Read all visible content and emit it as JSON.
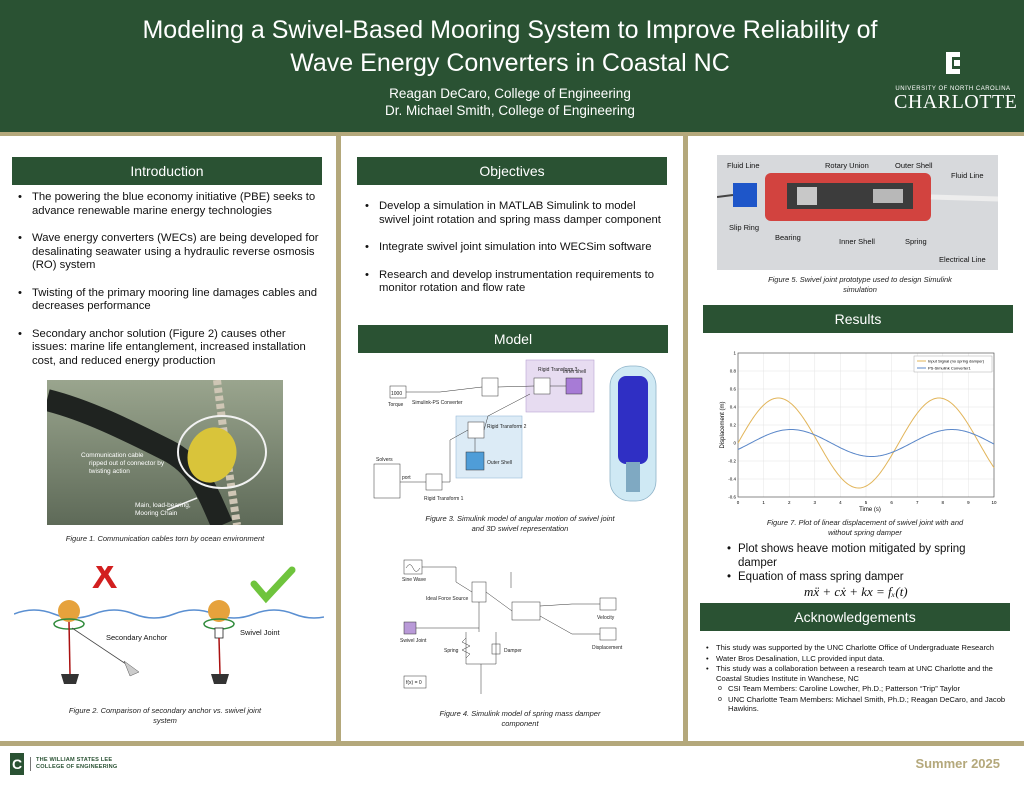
{
  "header": {
    "title_line1": "Modeling a Swivel-Based Mooring System to Improve Reliability of",
    "title_line2": "Wave Energy Converters in Coastal NC",
    "author1": "Reagan DeCaro, College of Engineering",
    "author2": "Dr. Michael Smith, College of Engineering",
    "logo_small": "UNIVERSITY OF NORTH CAROLINA",
    "logo_big": "CHARLOTTE"
  },
  "introduction": {
    "heading": "Introduction",
    "bullets": [
      "The powering the blue economy initiative (PBE) seeks to advance renewable marine energy technologies",
      "Wave energy converters (WECs) are being developed for desalinating seawater using a hydraulic reverse osmosis (RO) system",
      "Twisting of the primary mooring line damages cables and decreases performance",
      "Secondary anchor solution (Figure 2) causes other issues: marine life entanglement, increased installation cost, and reduced energy production"
    ],
    "fig1_label_a": "Communication cable",
    "fig1_label_b": "ripped out of connector by twisting action",
    "fig1_label_c": "Main, load-bearing, Mooring Chain",
    "fig1_caption": "Figure 1. Communication cables torn by ocean environment",
    "fig2_label_left": "Secondary Anchor",
    "fig2_label_right": "Swivel Joint",
    "fig2_caption": "Figure 2. Comparison of secondary anchor vs. swivel joint system"
  },
  "objectives": {
    "heading": "Objectives",
    "bullets": [
      "Develop a simulation in MATLAB Simulink to model swivel joint rotation and spring mass damper component",
      "Integrate swivel joint simulation into WECSim software",
      "Research and develop instrumentation requirements to monitor rotation and flow rate"
    ]
  },
  "model": {
    "heading": "Model",
    "fig3": {
      "const": "1000",
      "torque": "Torque",
      "conv": "Simulink-PS Converter",
      "rt3": "Rigid Transform 3",
      "inner": "Inner shell",
      "rt2": "Rigid Transform 2",
      "outer": "Outer Shell",
      "solvers": "Solvers",
      "port": "port",
      "rt1": "Rigid Transform 1"
    },
    "fig3_caption": "Figure 3. Simulink model of  angular motion of swivel joint and 3D swivel representation",
    "fig4": {
      "sine": "Sine Wave",
      "force": "Ideal Force Source",
      "swivel": "Swivel Joint",
      "spring": "Spring",
      "damper": "Damper",
      "fx": "f(x) = 0",
      "velocity": "Velocity",
      "displacement": "Displacement"
    },
    "fig4_caption": "Figure 4. Simulink model of spring mass damper component"
  },
  "photo": {
    "labels": {
      "fluid_line_left": "Fluid Line",
      "rotary_union": "Rotary Union",
      "outer_shell": "Outer Shell",
      "fluid_line_right": "Fluid Line",
      "slip_ring": "Slip Ring",
      "bearing": "Bearing",
      "inner_shell": "Inner Shell",
      "spring": "Spring",
      "electrical_line": "Electrical Line"
    },
    "caption": "Figure 5. Swivel joint prototype used to design Simulink simulation"
  },
  "results": {
    "heading": "Results",
    "fig7_caption": "Figure 7. Plot of linear displacement of swivel joint with and without spring damper",
    "bullet1": "Plot shows heave motion mitigated by spring damper",
    "bullet2": "Equation of mass spring damper",
    "equation": "mẍ + cẋ + kx = fₓ(t)"
  },
  "acknowledgements": {
    "heading": "Acknowledgements",
    "items": [
      "This study was supported by the UNC Charlotte Office of Undergraduate Research",
      "Water Bros Desalination, LLC provided input data.",
      "This study was a collaboration between a research team at UNC Charlotte and the Coastal Studies Institute in Wanchese, NC"
    ],
    "subitems": [
      "CSI Team Members: Caroline Lowcher, Ph.D.; Patterson “Trip” Taylor",
      "UNC Charlotte Team Members: Michael Smith, Ph.D.; Reagan DeCaro, and Jacob Hawkins."
    ]
  },
  "footer": {
    "college_line1": "THE WILLIAM STATES LEE",
    "college_line2": "COLLEGE OF ENGINEERING",
    "season": "Summer 2025"
  },
  "chart_data": {
    "type": "line",
    "title": "",
    "xlabel": "Time",
    "xunit": "(s)",
    "ylabel": "Displacement",
    "yunit": "(m)",
    "xlim": [
      0,
      10
    ],
    "ylim": [
      -0.6,
      1.0
    ],
    "xticks": [
      0,
      1,
      2,
      3,
      4,
      5,
      6,
      7,
      8,
      9,
      10
    ],
    "yticks": [
      -0.6,
      -0.4,
      -0.2,
      0,
      0.2,
      0.4,
      0.6,
      0.8,
      1.0
    ],
    "grid": true,
    "legend_position": "top-right",
    "series": [
      {
        "name": "Input Signal (no spring damper)",
        "color": "#e2b55a",
        "amplitude": 0.5,
        "period": 6.28,
        "phase": 0
      },
      {
        "name": "PS-Simulink Converter1",
        "color": "#5a87c9",
        "amplitude": 0.15,
        "period": 6.28,
        "phase": -0.5
      }
    ]
  }
}
